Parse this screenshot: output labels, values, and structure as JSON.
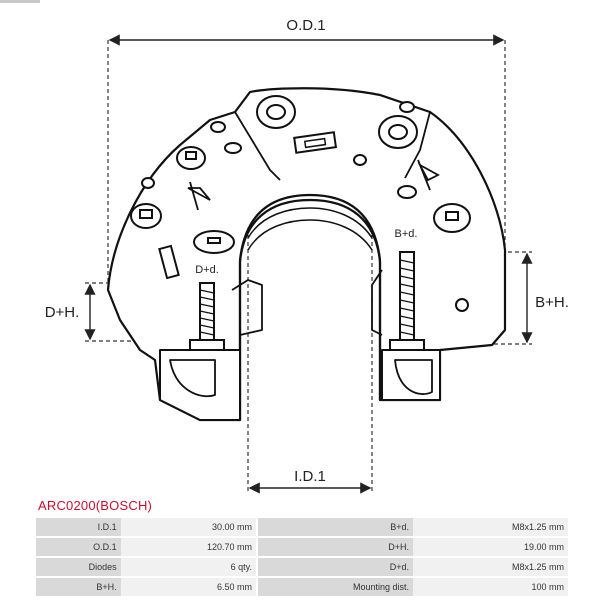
{
  "dimensions": {
    "od": "O.D.1",
    "id": "I.D.1",
    "dh": "D+H.",
    "bh": "B+H.",
    "dd": "D+d.",
    "bd": "B+d."
  },
  "product": {
    "title": "ARC0200(BOSCH)"
  },
  "specs": {
    "rows": [
      {
        "label_left": "I.D.1",
        "value_left": "30.00 mm",
        "label_right": "B+d.",
        "value_right": "M8x1.25 mm"
      },
      {
        "label_left": "O.D.1",
        "value_left": "120.70 mm",
        "label_right": "D+H.",
        "value_right": "19.00 mm"
      },
      {
        "label_left": "Diodes",
        "value_left": "6 qty.",
        "label_right": "D+d.",
        "value_right": "M8x1.25 mm"
      },
      {
        "label_left": "B+H.",
        "value_left": "6.50 mm",
        "label_right": "Mounting dist.",
        "value_right": "100 mm"
      }
    ]
  }
}
